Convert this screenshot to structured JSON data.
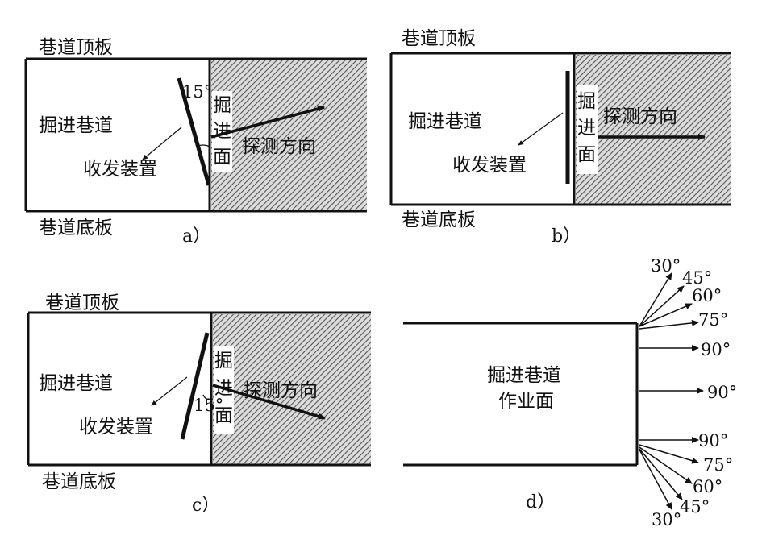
{
  "labels": {
    "roof": "巷道顶板",
    "floor": "巷道底板",
    "tunnel": "掘进巷道",
    "transceiver": "收发装置",
    "face_c1": "掘",
    "face_c2": "进",
    "face_c3": "面",
    "direction": "探测方向",
    "work_face_l1": "掘进巷道",
    "work_face_l2": "作业面"
  },
  "angles": {
    "a15": "15°",
    "a30": "30°",
    "a45": "45°",
    "a60": "60°",
    "a75": "75°",
    "a90": "90°"
  },
  "captions": {
    "a": "a）",
    "b": "b）",
    "c": "c）",
    "d": "d）"
  },
  "colors": {
    "line": "#111111",
    "hatch": "#555555",
    "hatch_bg": "#dcdcdc"
  }
}
